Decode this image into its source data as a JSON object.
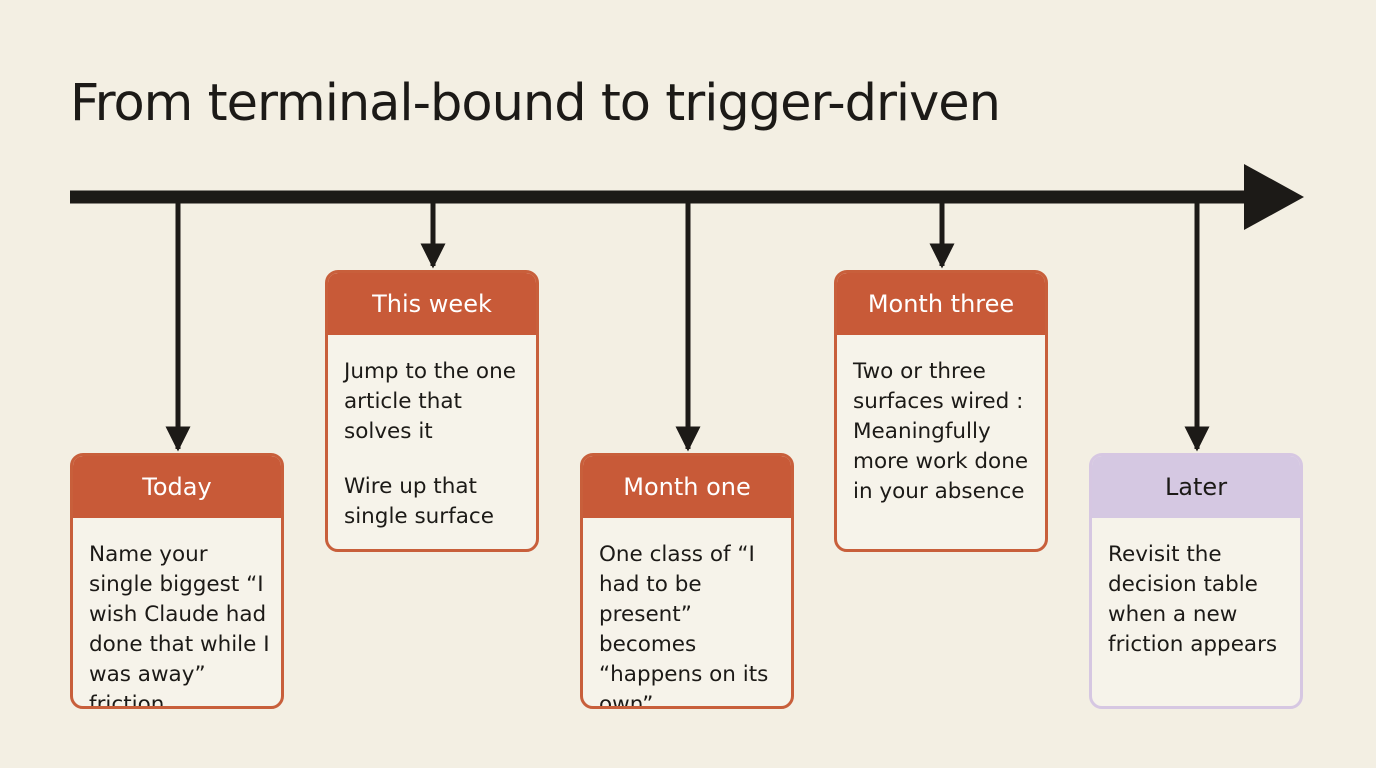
{
  "title": "From terminal-bound to trigger-driven",
  "colors": {
    "background": "#f3efe3",
    "timeline": "#1c1a17",
    "accent": "#c85a38",
    "later": "#d5c8e2"
  },
  "milestones": [
    {
      "label": "Today",
      "body": [
        "Name your single biggest “I wish Claude had done that while I was away” friction"
      ]
    },
    {
      "label": "This week",
      "body": [
        "Jump to the one article that solves it",
        "Wire up that single surface"
      ]
    },
    {
      "label": "Month one",
      "body": [
        "One class of “I had to be present” becomes “happens on its own”"
      ]
    },
    {
      "label": "Month three",
      "body": [
        "Two or three surfaces wired : Meaningfully more work done in your absence"
      ]
    },
    {
      "label": "Later",
      "body": [
        "Revisit the decision table when a new friction appears"
      ]
    }
  ]
}
